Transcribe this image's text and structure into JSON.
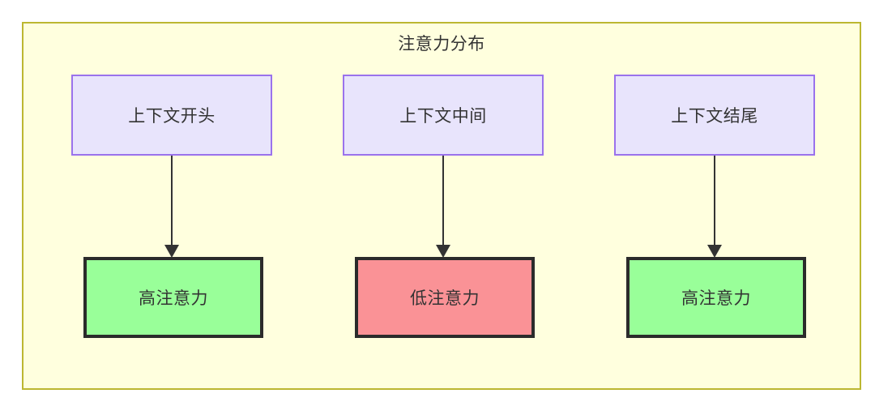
{
  "diagram": {
    "title": "注意力分布",
    "type": "flowchart",
    "colors": {
      "container_fill": "#ffffde",
      "container_border": "#bcb731",
      "top_node_fill": "#e8e4fc",
      "top_node_border": "#9a72ec",
      "high_attention_fill": "#99ff99",
      "low_attention_fill": "#fa9296",
      "emphasis_border": "#2b2b2b",
      "edge_color": "#333333",
      "text_color": "#333333"
    },
    "top_nodes": [
      {
        "id": "context-start",
        "label": "上下文开头"
      },
      {
        "id": "context-middle",
        "label": "上下文中间"
      },
      {
        "id": "context-end",
        "label": "上下文结尾"
      }
    ],
    "bottom_nodes": [
      {
        "id": "high-attention-start",
        "label": "高注意力",
        "status": "high"
      },
      {
        "id": "low-attention-middle",
        "label": "低注意力",
        "status": "low"
      },
      {
        "id": "high-attention-end",
        "label": "高注意力",
        "status": "high"
      }
    ],
    "edges": [
      {
        "from": "context-start",
        "to": "high-attention-start",
        "style": "arrow"
      },
      {
        "from": "context-middle",
        "to": "low-attention-middle",
        "style": "arrow"
      },
      {
        "from": "context-end",
        "to": "high-attention-end",
        "style": "arrow"
      }
    ]
  }
}
